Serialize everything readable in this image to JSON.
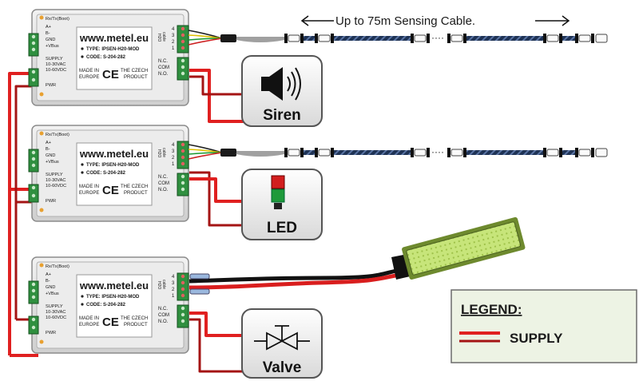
{
  "cable_note": "Up to 75m Sensing Cable.",
  "module": {
    "url": "www.metel.eu",
    "type_line": "TYPE:  IPSEN-H20-MOD",
    "code_line": "CODE: S-204-282",
    "made_in": [
      "MADE IN",
      "EUROPE"
    ],
    "ce": "CE",
    "czech": [
      "THE CZECH",
      "PRODUCT"
    ],
    "left_labels": [
      "Rx/Tx(Boot)",
      "A+",
      "B-",
      "GND",
      "+VBus",
      "SUPPLY",
      "10-30VAC",
      "10-60VDC",
      "PWR"
    ],
    "probe_label": [
      "H2O",
      "cable"
    ],
    "probe_pins": [
      "4",
      "3",
      "2",
      "1"
    ],
    "relay_labels": [
      "N.C.",
      "COM",
      "N.O."
    ]
  },
  "outputs": [
    {
      "label": "Siren",
      "icon": "speaker-icon"
    },
    {
      "label": "LED",
      "icon": "stack-light-icon"
    },
    {
      "label": "Valve",
      "icon": "valve-icon"
    }
  ],
  "legend": {
    "title": "LEGEND:",
    "item": "SUPPLY"
  },
  "colors": {
    "supply_wire": "#e02020",
    "supply_wire_dark": "#8a1010",
    "module_body": "#e6e6e6",
    "terminal_green": "#2f8f3f",
    "legend_bg": "#edf3e4",
    "legend_border": "#6b6b6b",
    "sensor_strip": "#b8dc66",
    "cable_dark": "#243a5e"
  }
}
